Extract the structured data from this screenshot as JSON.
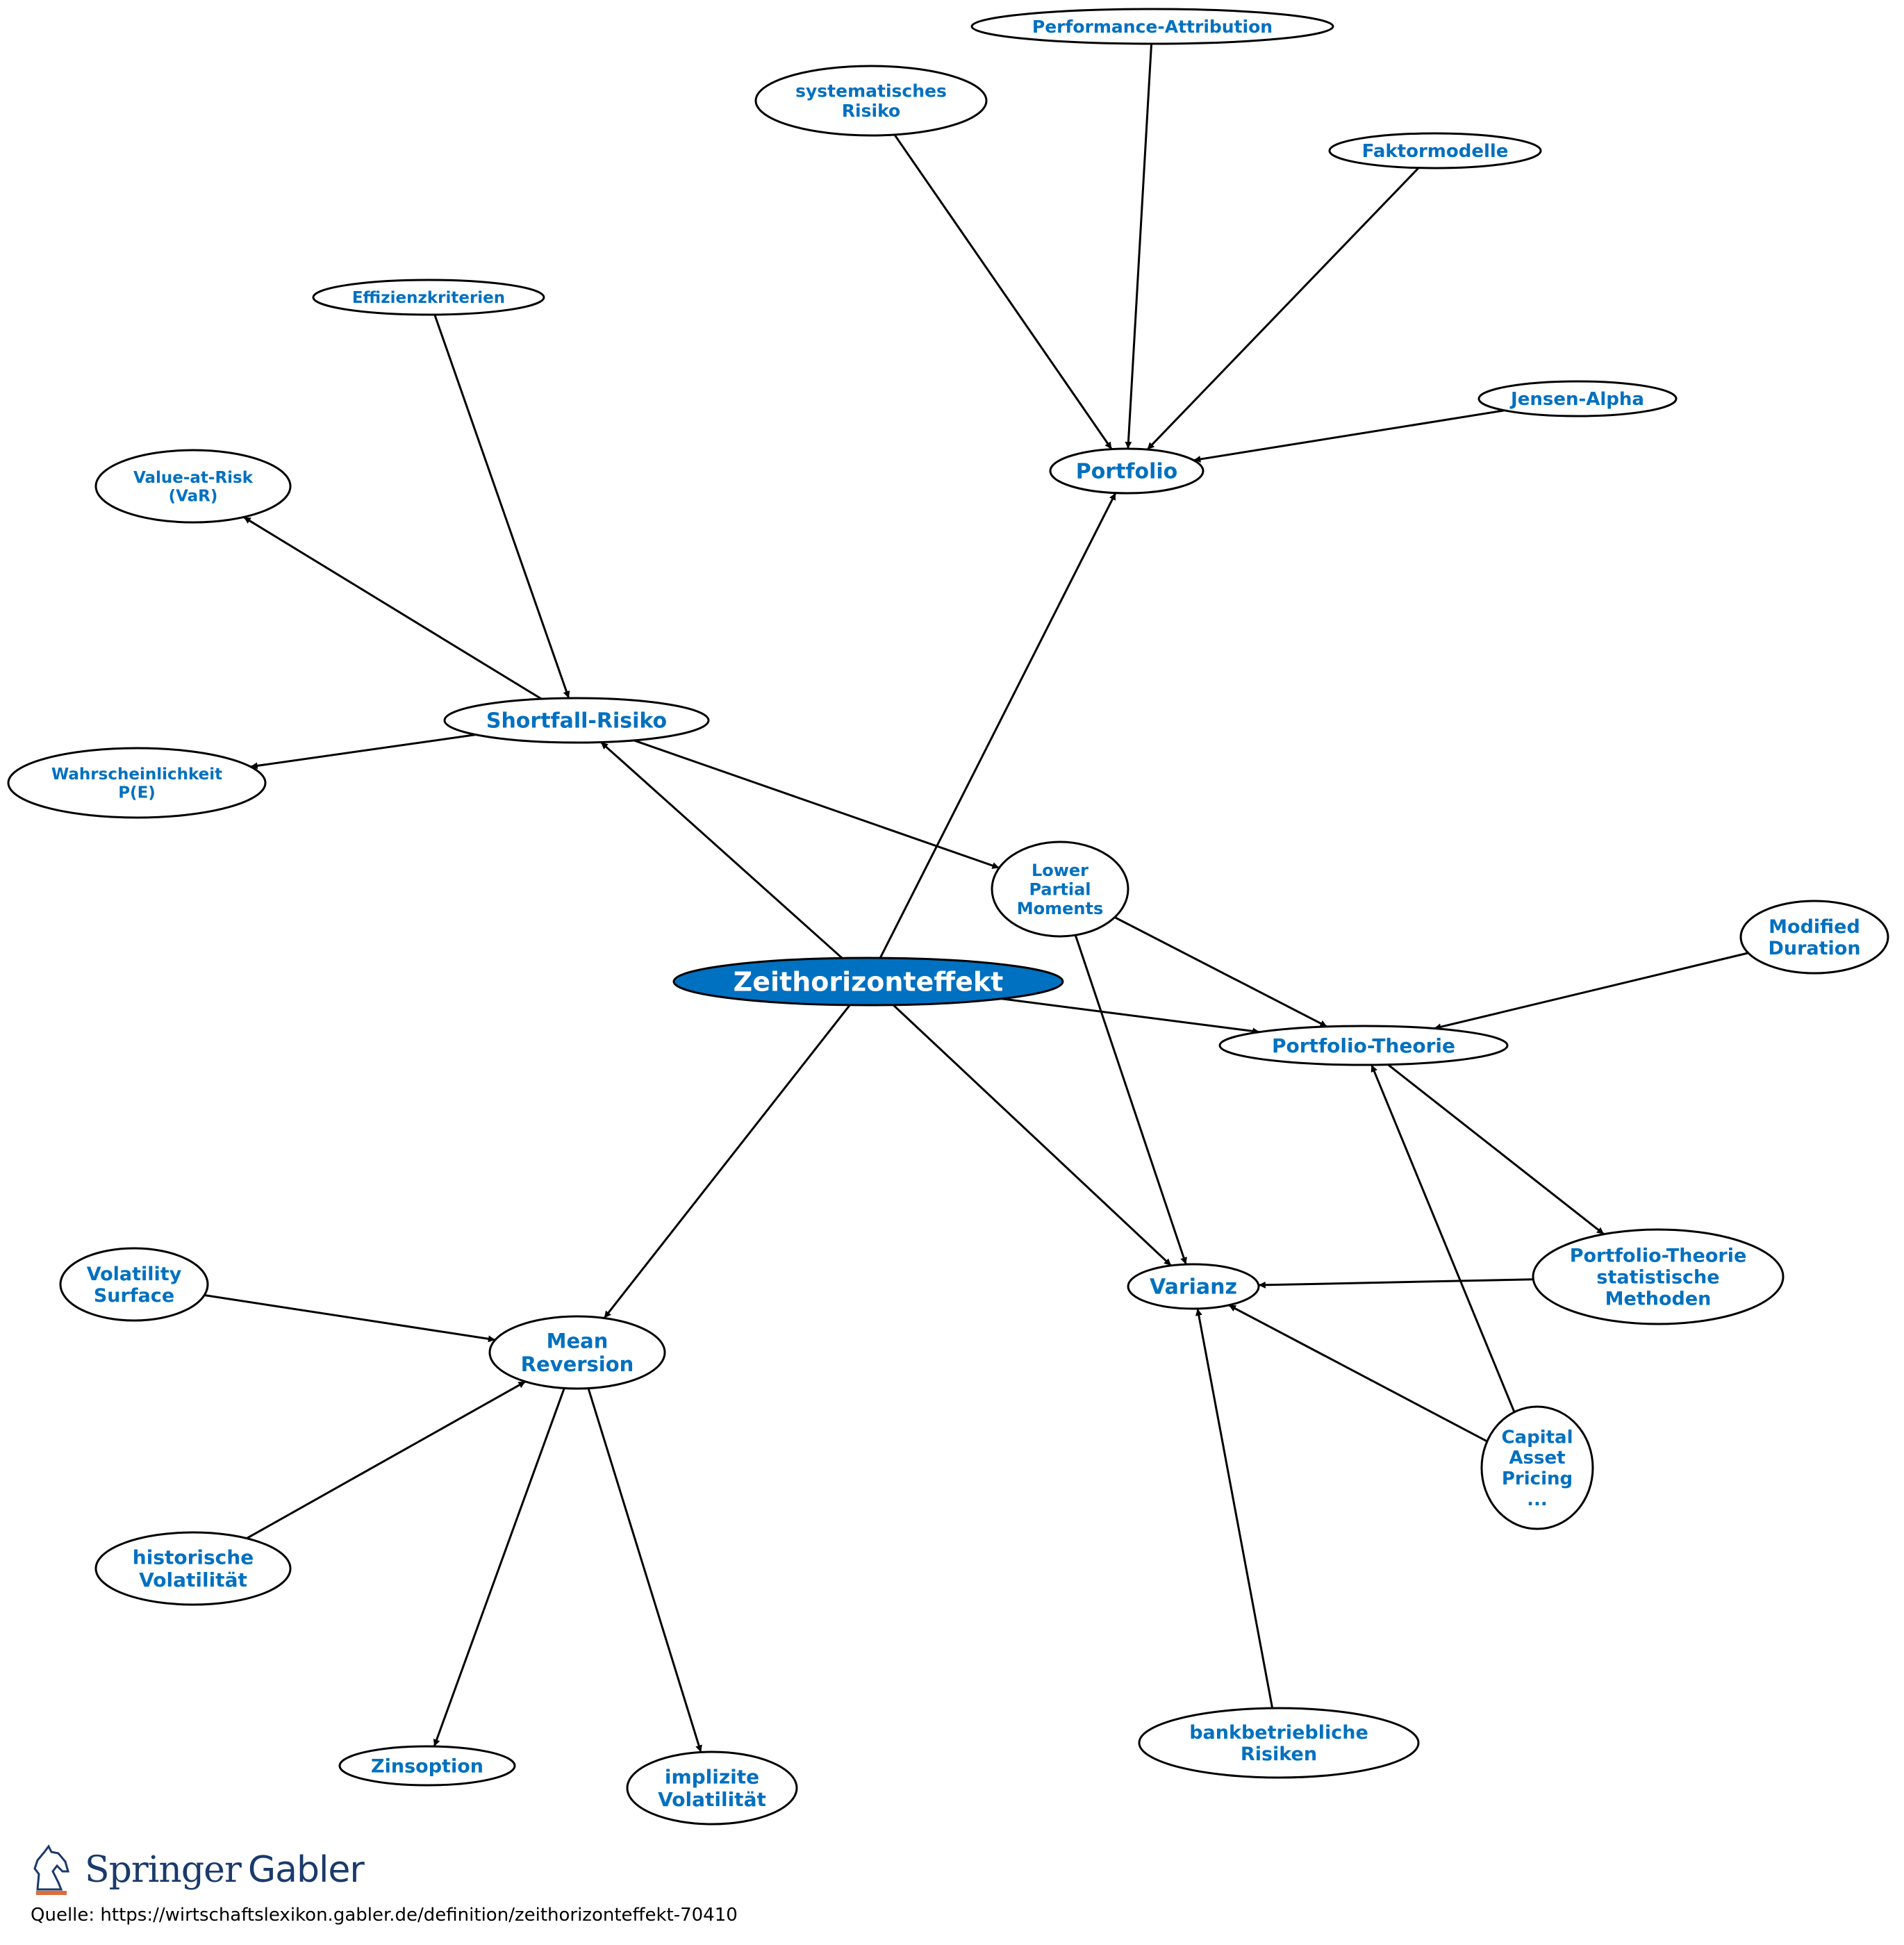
{
  "diagram": {
    "nodes": [
      {
        "id": "zeithorizonteffekt",
        "lines": [
          "Zeithorizonteffekt"
        ],
        "central": true
      },
      {
        "id": "portfolio",
        "lines": [
          "Portfolio"
        ]
      },
      {
        "id": "performance-attribution",
        "lines": [
          "Performance-Attribution"
        ]
      },
      {
        "id": "systematisches-risiko",
        "lines": [
          "systematisches",
          "Risiko"
        ]
      },
      {
        "id": "faktormodelle",
        "lines": [
          "Faktormodelle"
        ]
      },
      {
        "id": "jensen-alpha",
        "lines": [
          "Jensen-Alpha"
        ]
      },
      {
        "id": "effizienzkriterien",
        "lines": [
          "Effizienzkriterien"
        ]
      },
      {
        "id": "value-at-risk",
        "lines": [
          "Value-at-Risk",
          "(VaR)"
        ]
      },
      {
        "id": "shortfall-risiko",
        "lines": [
          "Shortfall-Risiko"
        ]
      },
      {
        "id": "wahrscheinlichkeit",
        "lines": [
          "Wahrscheinlichkeit",
          "P(E)"
        ]
      },
      {
        "id": "lower-partial-moments",
        "lines": [
          "Lower",
          "Partial",
          "Moments"
        ]
      },
      {
        "id": "modified-duration",
        "lines": [
          "Modified",
          "Duration"
        ]
      },
      {
        "id": "portfolio-theorie",
        "lines": [
          "Portfolio-Theorie"
        ]
      },
      {
        "id": "portfolio-theorie-statistische-methoden",
        "lines": [
          "Portfolio-Theorie",
          "statistische",
          "Methoden"
        ]
      },
      {
        "id": "varianz",
        "lines": [
          "Varianz"
        ]
      },
      {
        "id": "capital-asset-pricing",
        "lines": [
          "Capital",
          "Asset",
          "Pricing",
          "..."
        ]
      },
      {
        "id": "bankbetriebliche-risiken",
        "lines": [
          "bankbetriebliche",
          "Risiken"
        ]
      },
      {
        "id": "volatility-surface",
        "lines": [
          "Volatility",
          "Surface"
        ]
      },
      {
        "id": "mean-reversion",
        "lines": [
          "Mean",
          "Reversion"
        ]
      },
      {
        "id": "historische-volatilitaet",
        "lines": [
          "historische",
          "Volatilität"
        ]
      },
      {
        "id": "zinsoption",
        "lines": [
          "Zinsoption"
        ]
      },
      {
        "id": "implizite-volatilitaet",
        "lines": [
          "implizite",
          "Volatilität"
        ]
      }
    ],
    "edges": [
      {
        "from": "zeithorizonteffekt",
        "to": "portfolio"
      },
      {
        "from": "zeithorizonteffekt",
        "to": "shortfall-risiko"
      },
      {
        "from": "zeithorizonteffekt",
        "to": "portfolio-theorie"
      },
      {
        "from": "zeithorizonteffekt",
        "to": "varianz"
      },
      {
        "from": "zeithorizonteffekt",
        "to": "mean-reversion"
      },
      {
        "from": "systematisches-risiko",
        "to": "portfolio"
      },
      {
        "from": "performance-attribution",
        "to": "portfolio"
      },
      {
        "from": "faktormodelle",
        "to": "portfolio"
      },
      {
        "from": "jensen-alpha",
        "to": "portfolio"
      },
      {
        "from": "effizienzkriterien",
        "to": "shortfall-risiko"
      },
      {
        "from": "shortfall-risiko",
        "to": "value-at-risk"
      },
      {
        "from": "shortfall-risiko",
        "to": "wahrscheinlichkeit"
      },
      {
        "from": "shortfall-risiko",
        "to": "lower-partial-moments"
      },
      {
        "from": "lower-partial-moments",
        "to": "portfolio-theorie"
      },
      {
        "from": "lower-partial-moments",
        "to": "varianz"
      },
      {
        "from": "modified-duration",
        "to": "portfolio-theorie"
      },
      {
        "from": "portfolio-theorie",
        "to": "portfolio-theorie-statistische-methoden",
        "both": true
      },
      {
        "from": "portfolio-theorie-statistische-methoden",
        "to": "varianz"
      },
      {
        "from": "capital-asset-pricing",
        "to": "portfolio-theorie"
      },
      {
        "from": "capital-asset-pricing",
        "to": "varianz"
      },
      {
        "from": "bankbetriebliche-risiken",
        "to": "varianz"
      },
      {
        "from": "volatility-surface",
        "to": "mean-reversion"
      },
      {
        "from": "historische-volatilitaet",
        "to": "mean-reversion"
      },
      {
        "from": "mean-reversion",
        "to": "zinsoption"
      },
      {
        "from": "mean-reversion",
        "to": "implizite-volatilitaet"
      }
    ]
  },
  "logo": {
    "springer": "Springer",
    "gabler": "Gabler"
  },
  "source": "Quelle: https://wirtschaftslexikon.gabler.de/definition/zeithorizonteffekt-70410"
}
